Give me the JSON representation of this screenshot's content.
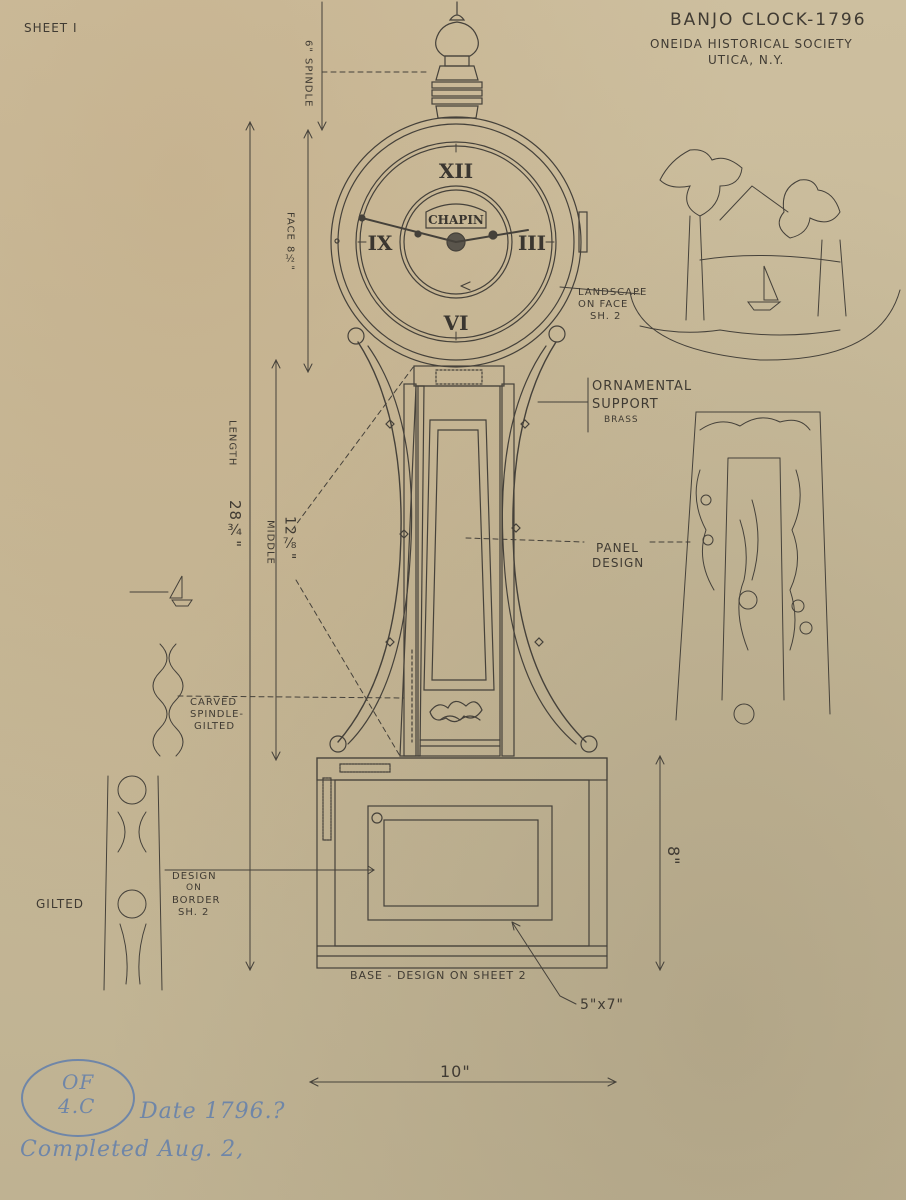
{
  "sheet_label": "SHEET I",
  "title": "BANJO CLOCK-1796",
  "society": "ONEIDA HISTORICAL SOCIETY",
  "location": "UTICA, N.Y.",
  "dial": {
    "maker": "CHAPIN",
    "numerals": [
      "XII",
      "III",
      "VI",
      "IX"
    ]
  },
  "labels": {
    "spindle_dim": "6\"",
    "spindle": "SPINDLE",
    "face": "FACE",
    "face_dim": "8½\"",
    "length": "LENGTH",
    "length_dim": "28¾\"",
    "middle": "MIDDLE",
    "middle_dim": "12⅞\"",
    "landscape_l1": "LANDSCAPE",
    "landscape_l2": "ON FACE",
    "landscape_l3": "SH. 2",
    "ornamental_l1": "ORNAMENTAL",
    "ornamental_l2": "SUPPORT",
    "ornamental_l3": "BRASS",
    "panel_l1": "PANEL",
    "panel_l2": "DESIGN",
    "carved_l1": "CARVED",
    "carved_l2": "SPINDLE-",
    "carved_l3": "GILTED",
    "design_l1": "DESIGN",
    "design_l2": "ON",
    "design_l3": "BORDER",
    "design_l4": "SH. 2",
    "gilted": "GILTED",
    "base_dim": "8\"",
    "base_note": "BASE - DESIGN ON SHEET 2",
    "panel_dim": "5\"x7\"",
    "width_dim": "10\""
  },
  "annotation": {
    "circle_l1": "OF",
    "circle_l2": "4.C",
    "date": "Date 1796.?",
    "completed": "Completed Aug. 2,"
  },
  "colors": {
    "paper": "#c9bb9b",
    "pencil": "#3e3a34",
    "blue_pencil": "#6f86a8"
  }
}
